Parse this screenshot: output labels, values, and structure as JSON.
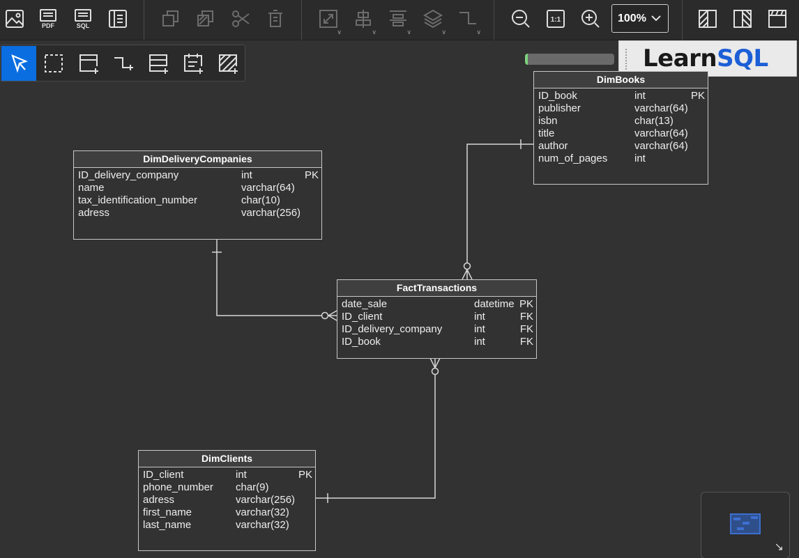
{
  "toolbar": {
    "file": [
      {
        "icon": "image-export-icon"
      },
      {
        "icon": "pdf-export-icon",
        "label": "PDF"
      },
      {
        "icon": "sql-export-icon",
        "label": "SQL"
      },
      {
        "icon": "side-panel-icon"
      }
    ],
    "edit": [
      {
        "icon": "copy-icon"
      },
      {
        "icon": "duplicate-icon"
      },
      {
        "icon": "cut-icon"
      },
      {
        "icon": "delete-icon"
      }
    ],
    "arrange": [
      {
        "icon": "resize-icon"
      },
      {
        "icon": "align-icon"
      },
      {
        "icon": "distribute-icon"
      },
      {
        "icon": "layers-icon"
      },
      {
        "icon": "line-style-icon"
      }
    ],
    "zoom": {
      "zoom_out_label": "",
      "actual_size_label": "1:1",
      "zoom_level": "100%"
    },
    "view": [
      {
        "icon": "layout-left-icon"
      },
      {
        "icon": "layout-right-icon"
      },
      {
        "icon": "clapperboard-icon"
      }
    ]
  },
  "palette": {
    "tools": [
      {
        "icon": "select-pointer-icon",
        "active": true
      },
      {
        "icon": "marquee-select-icon"
      },
      {
        "icon": "add-table-icon"
      },
      {
        "icon": "add-reference-icon"
      },
      {
        "icon": "add-view-icon"
      },
      {
        "icon": "add-note-icon"
      },
      {
        "icon": "add-area-icon"
      }
    ]
  },
  "progress": {
    "value": 0.03,
    "color": "#7dd37d"
  },
  "logo": {
    "learn": "Learn",
    "sql": "SQL"
  },
  "colors": {
    "canvas": "#323232",
    "accent": "#0a6ee0",
    "brand_blue": "#1c5fd6"
  },
  "tables": {
    "books": {
      "title": "DimBooks",
      "columns": [
        {
          "name": "ID_book",
          "type": "int",
          "key": "PK"
        },
        {
          "name": "publisher",
          "type": "varchar(64)",
          "key": ""
        },
        {
          "name": "isbn",
          "type": "char(13)",
          "key": ""
        },
        {
          "name": "title",
          "type": "varchar(64)",
          "key": ""
        },
        {
          "name": "author",
          "type": "varchar(64)",
          "key": ""
        },
        {
          "name": "num_of_pages",
          "type": "int",
          "key": ""
        }
      ]
    },
    "delivery": {
      "title": "DimDeliveryCompanies",
      "columns": [
        {
          "name": "ID_delivery_company",
          "type": "int",
          "key": "PK"
        },
        {
          "name": "name",
          "type": "varchar(64)",
          "key": ""
        },
        {
          "name": "tax_identification_number",
          "type": "char(10)",
          "key": ""
        },
        {
          "name": "adress",
          "type": "varchar(256)",
          "key": ""
        }
      ]
    },
    "fact": {
      "title": "FactTransactions",
      "columns": [
        {
          "name": "date_sale",
          "type": "datetime",
          "key": "PK"
        },
        {
          "name": "ID_client",
          "type": "int",
          "key": "FK"
        },
        {
          "name": "ID_delivery_company",
          "type": "int",
          "key": "FK"
        },
        {
          "name": "ID_book",
          "type": "int",
          "key": "FK"
        }
      ]
    },
    "clients": {
      "title": "DimClients",
      "columns": [
        {
          "name": "ID_client",
          "type": "int",
          "key": "PK"
        },
        {
          "name": "phone_number",
          "type": "char(9)",
          "key": ""
        },
        {
          "name": "adress",
          "type": "varchar(256)",
          "key": ""
        },
        {
          "name": "first_name",
          "type": "varchar(32)",
          "key": ""
        },
        {
          "name": "last_name",
          "type": "varchar(32)",
          "key": ""
        }
      ]
    }
  }
}
